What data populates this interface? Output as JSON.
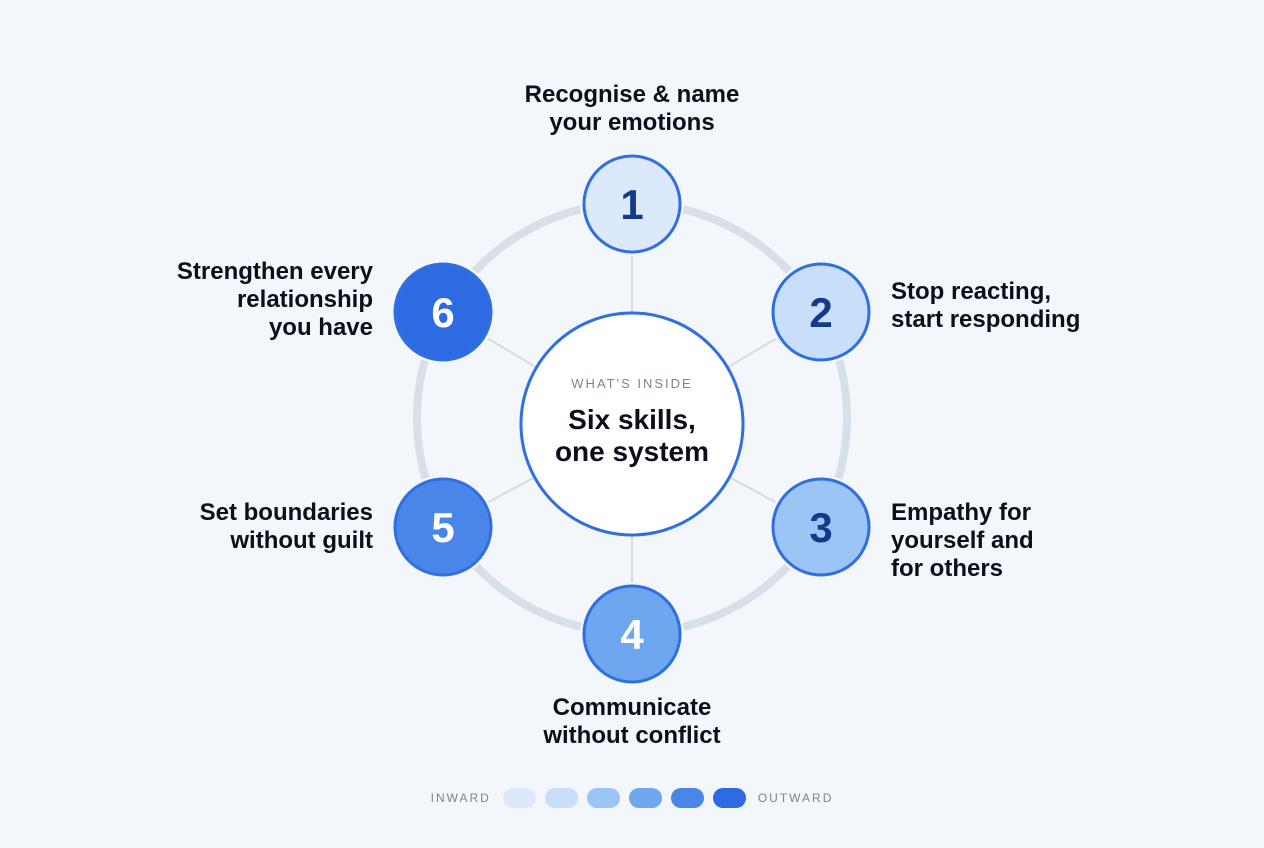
{
  "center": {
    "eyebrow": "WHAT'S INSIDE",
    "title": "Six skills,\none system"
  },
  "nodes": [
    {
      "number": "1",
      "label": "Recognise & name\nyour emotions",
      "fill": "#dce9fb",
      "text_color": "#163a8a"
    },
    {
      "number": "2",
      "label": "Stop reacting,\nstart responding",
      "fill": "#c9defa",
      "text_color": "#163a8a"
    },
    {
      "number": "3",
      "label": "Empathy for\nyourself and\nfor others",
      "fill": "#9cc4f5",
      "text_color": "#163a8a"
    },
    {
      "number": "4",
      "label": "Communicate\nwithout conflict",
      "fill": "#6fa6f0",
      "text_color": "#ffffff"
    },
    {
      "number": "5",
      "label": "Set boundaries\nwithout guilt",
      "fill": "#4a86e8",
      "text_color": "#ffffff"
    },
    {
      "number": "6",
      "label": "Strengthen every\nrelationship\nyou have",
      "fill": "#2e6be3",
      "text_color": "#ffffff"
    }
  ],
  "legend": {
    "start_label": "INWARD",
    "end_label": "OUTWARD",
    "swatches": [
      "#dce9fb",
      "#c9defa",
      "#9cc4f5",
      "#6fa6f0",
      "#4a86e8",
      "#2e6be3"
    ]
  },
  "colors": {
    "ring": "#d8dfe9",
    "spoke": "#d3dbe6",
    "node_stroke": "#2f6fe0",
    "center_stroke": "#2f6fe0"
  }
}
